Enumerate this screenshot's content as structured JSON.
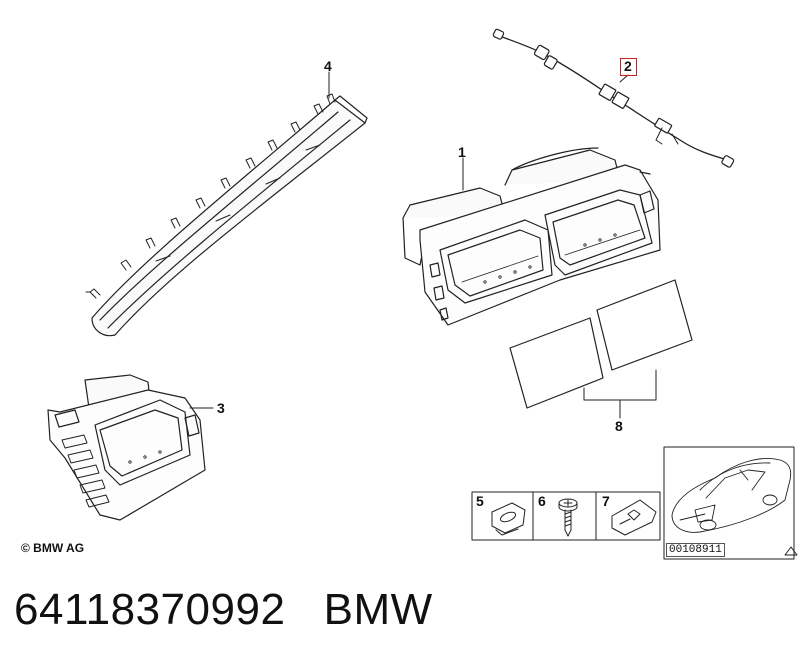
{
  "diagram": {
    "callouts": {
      "part_1": "1",
      "part_2": "2",
      "part_3": "3",
      "part_4": "4",
      "part_5": "5",
      "part_6": "6",
      "part_7": "7",
      "part_8": "8"
    },
    "highlight_color": "#d21e1e",
    "copyright": "© BMW AG",
    "diagram_number": "00108911"
  },
  "footer": {
    "part_number": "64118370992",
    "brand": "BMW"
  }
}
